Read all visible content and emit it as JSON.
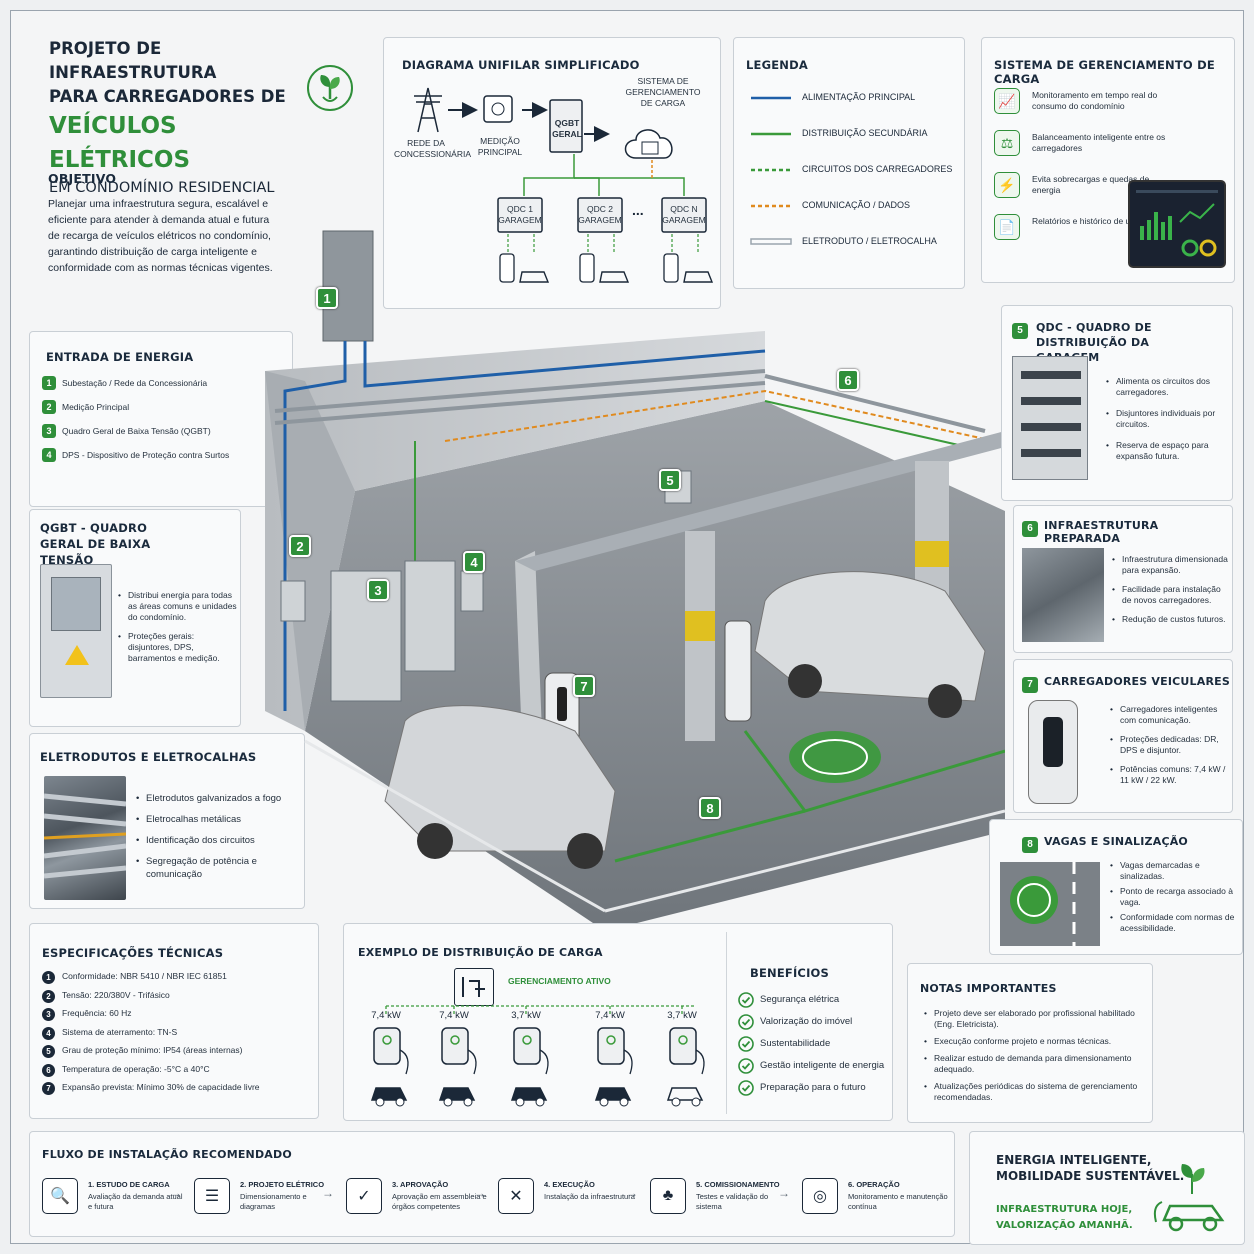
{
  "header": {
    "title_line1": "PROJETO DE INFRAESTRUTURA",
    "title_line2": "PARA CARREGADORES DE",
    "title_line3": "VEÍCULOS ELÉTRICOS",
    "title_line4": "EM CONDOMÍNIO RESIDENCIAL"
  },
  "objetivo": {
    "title": "OBJETIVO",
    "text": "Planejar uma infraestrutura segura, escalável e eficiente para atender à demanda atual e futura de recarga de veículos elétricos no condomínio, garantindo distribuição de carga inteligente e conformidade com as normas técnicas vigentes."
  },
  "diagrama": {
    "title": "DIAGRAMA UNIFILAR SIMPLIFICADO",
    "rede": "REDE DA CONCESSIONÁRIA",
    "medicao": "MEDIÇÃO PRINCIPAL",
    "qgbt": "QGBT GERAL",
    "sistema": "SISTEMA DE GERENCIAMENTO DE CARGA",
    "qdc1": "QDC 1 GARAGEM",
    "qdc2": "QDC 2 GARAGEM",
    "qdcn": "QDC N GARAGEM",
    "dots": "..."
  },
  "legenda": {
    "title": "LEGENDA",
    "items": [
      {
        "label": "ALIMENTAÇÃO PRINCIPAL",
        "color": "#1f5fa8",
        "style": "solid"
      },
      {
        "label": "DISTRIBUIÇÃO SECUNDÁRIA",
        "color": "#3a9a3a",
        "style": "solid"
      },
      {
        "label": "CIRCUITOS DOS CARREGADORES",
        "color": "#3a9a3a",
        "style": "dashed"
      },
      {
        "label": "COMUNICAÇÃO / DADOS",
        "color": "#e08a1e",
        "style": "dashed"
      },
      {
        "label": "ELETRODUTO / ELETROCALHA",
        "color": "#9aa4ae",
        "style": "double"
      }
    ]
  },
  "sgc": {
    "title": "SISTEMA DE GERENCIAMENTO DE CARGA",
    "items": [
      "Monitoramento em tempo real do consumo do condomínio",
      "Balanceamento inteligente entre os carregadores",
      "Evita sobrecargas e quedas de energia",
      "Relatórios e histórico de utilização"
    ]
  },
  "entrada": {
    "title": "ENTRADA DE ENERGIA",
    "items": [
      {
        "n": "1",
        "label": "Subestação / Rede da Concessionária"
      },
      {
        "n": "2",
        "label": "Medição Principal"
      },
      {
        "n": "3",
        "label": "Quadro Geral de Baixa Tensão (QGBT)"
      },
      {
        "n": "4",
        "label": "DPS - Dispositivo de Proteção contra Surtos"
      }
    ]
  },
  "qgbt": {
    "title": "QGBT - QUADRO GERAL DE BAIXA TENSÃO",
    "items": [
      "Distribui energia para todas as áreas comuns e unidades do condomínio.",
      "Proteções gerais: disjuntores, DPS, barramentos e medição."
    ]
  },
  "eletrodutos": {
    "title": "ELETRODUTOS E ELETROCALHAS",
    "items": [
      "Eletrodutos galvanizados a fogo",
      "Eletrocalhas metálicas",
      "Identificação dos circuitos",
      "Segregação de potência e comunicação"
    ]
  },
  "qdc": {
    "n": "5",
    "title": "QDC - QUADRO DE DISTRIBUIÇÃO DA GARAGEM",
    "items": [
      "Alimenta os circuitos dos carregadores.",
      "Disjuntores individuais por circuitos.",
      "Reserva de espaço para expansão futura."
    ]
  },
  "infra": {
    "n": "6",
    "title": "INFRAESTRUTURA PREPARADA",
    "items": [
      "Infraestrutura dimensionada para expansão.",
      "Facilidade para instalação de novos carregadores.",
      "Redução de custos futuros."
    ]
  },
  "carregadores": {
    "n": "7",
    "title": "CARREGADORES VEICULARES",
    "items": [
      "Carregadores inteligentes com comunicação.",
      "Proteções dedicadas: DR, DPS e disjuntor.",
      "Potências comuns: 7,4 kW / 11 kW / 22 kW."
    ]
  },
  "vagas": {
    "n": "8",
    "title": "VAGAS E SINALIZAÇÃO",
    "items": [
      "Vagas demarcadas e sinalizadas.",
      "Ponto de recarga associado à vaga.",
      "Conformidade com normas de acessibilidade."
    ]
  },
  "illustration_badges": [
    "1",
    "2",
    "3",
    "4",
    "5",
    "6",
    "7",
    "8"
  ],
  "specs": {
    "title": "ESPECIFICAÇÕES TÉCNICAS",
    "items": [
      {
        "n": "1",
        "label": "Conformidade: NBR 5410 / NBR IEC 61851"
      },
      {
        "n": "2",
        "label": "Tensão: 220/380V - Trifásico"
      },
      {
        "n": "3",
        "label": "Frequência: 60 Hz"
      },
      {
        "n": "4",
        "label": "Sistema de aterramento: TN-S"
      },
      {
        "n": "5",
        "label": "Grau de proteção mínimo: IP54 (áreas internas)"
      },
      {
        "n": "6",
        "label": "Temperatura de operação: -5°C a 40°C"
      },
      {
        "n": "7",
        "label": "Expansão prevista: Mínimo 30% de capacidade livre"
      }
    ]
  },
  "exemplo": {
    "title": "EXEMPLO DE DISTRIBUIÇÃO DE CARGA",
    "gerenciamento": "GERENCIAMENTO ATIVO",
    "chargers": [
      "7,4 kW",
      "7,4 kW",
      "3,7 kW",
      "7,4 kW",
      "3,7 kW"
    ]
  },
  "beneficios": {
    "title": "BENEFÍCIOS",
    "items": [
      "Segurança elétrica",
      "Valorização do imóvel",
      "Sustentabilidade",
      "Gestão inteligente de energia",
      "Preparação para o futuro"
    ]
  },
  "notas": {
    "title": "NOTAS IMPORTANTES",
    "items": [
      "Projeto deve ser elaborado por profissional habilitado (Eng. Eletricista).",
      "Execução conforme projeto e normas técnicas.",
      "Realizar estudo de demanda para dimensionamento adequado.",
      "Atualizações periódicas do sistema de gerenciamento recomendadas."
    ]
  },
  "fluxo": {
    "title": "FLUXO DE INSTALAÇÃO RECOMENDADO",
    "steps": [
      {
        "title": "1. ESTUDO DE CARGA",
        "desc": "Avaliação da demanda atual e futura"
      },
      {
        "title": "2. PROJETO ELÉTRICO",
        "desc": "Dimensionamento e diagramas"
      },
      {
        "title": "3. APROVAÇÃO",
        "desc": "Aprovação em assembleia e órgãos competentes"
      },
      {
        "title": "4. EXECUÇÃO",
        "desc": "Instalação da infraestrutura"
      },
      {
        "title": "5. COMISSIONAMENTO",
        "desc": "Testes e validação do sistema"
      },
      {
        "title": "6. OPERAÇÃO",
        "desc": "Monitoramento e manutenção contínua"
      }
    ]
  },
  "slogan": {
    "line1": "ENERGIA INTELIGENTE,",
    "line2": "MOBILIDADE SUSTENTÁVEL.",
    "line3": "INFRAESTRUTURA HOJE,",
    "line4": "VALORIZAÇÃO AMANHÃ."
  },
  "colors": {
    "accent_green": "#2f8f3a",
    "navy": "#1b2838",
    "power_blue": "#1f5fa8",
    "data_orange": "#e08a1e"
  }
}
